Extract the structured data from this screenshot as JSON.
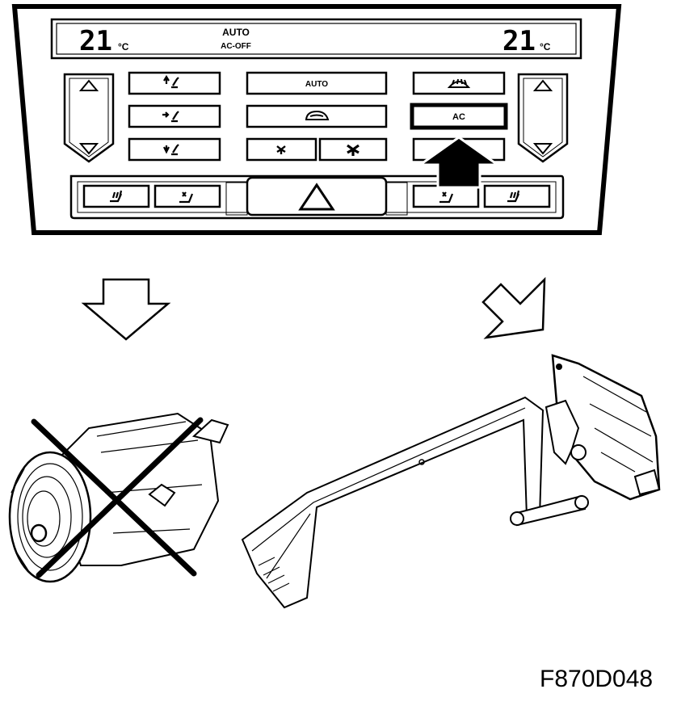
{
  "panel": {
    "display": {
      "left_temp": "21",
      "left_unit": "°C",
      "right_temp": "21",
      "right_unit": "°C",
      "mode": "AUTO",
      "status": "AC-OFF"
    },
    "buttons": {
      "auto_label": "AUTO",
      "ac_label": "AC"
    },
    "icons": [
      "up-triangle-icon",
      "down-triangle-icon",
      "airflow-up-icon",
      "airflow-forward-icon",
      "airflow-down-icon",
      "recirculation-icon",
      "fan-low-icon",
      "fan-high-icon",
      "defrost-icon",
      "seat-heat-icon",
      "seat-vent-icon",
      "hazard-triangle-icon",
      "press-arrow-icon"
    ]
  },
  "illustrations": {
    "left": "compressor-crossed-out",
    "right": "actuator-linkage"
  },
  "figure_code": "F870D048"
}
